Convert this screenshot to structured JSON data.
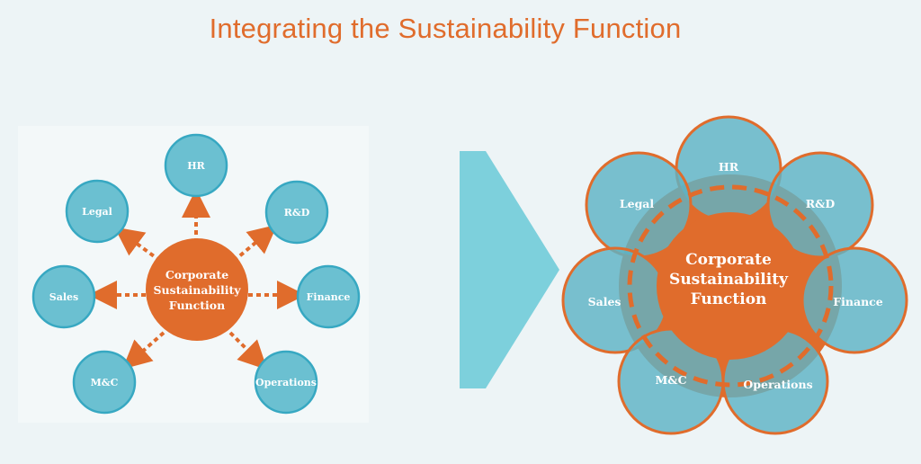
{
  "title": "Integrating the Sustainability Function",
  "center": {
    "line1": "Corporate",
    "line2": "Sustainability",
    "line3": "Function"
  },
  "functions": {
    "hr": "HR",
    "legal": "Legal",
    "rnd": "R&D",
    "sales": "Sales",
    "finance": "Finance",
    "mc": "M&C",
    "operations": "Operations"
  },
  "colors": {
    "orange": "#e06c2c",
    "teal": "#6bc0d1",
    "teal_stroke": "#37a8c2",
    "arrow_teal": "#7dd0dc",
    "background": "#edf4f6"
  }
}
